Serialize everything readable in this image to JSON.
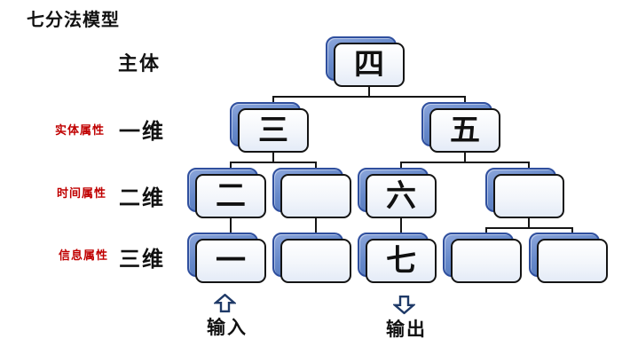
{
  "title": "七分法模型",
  "side_labels": {
    "subject": "主体",
    "rows": [
      {
        "attribute": "实体属性",
        "dimension": "一维"
      },
      {
        "attribute": "时间属性",
        "dimension": "二维"
      },
      {
        "attribute": "信息属性",
        "dimension": "三维"
      }
    ]
  },
  "nodes": [
    {
      "label": "四"
    },
    {
      "label": "三"
    },
    {
      "label": "五"
    },
    {
      "label": "二"
    },
    {
      "label": ""
    },
    {
      "label": "六"
    },
    {
      "label": ""
    },
    {
      "label": "一"
    },
    {
      "label": ""
    },
    {
      "label": "七"
    },
    {
      "label": ""
    },
    {
      "label": ""
    }
  ],
  "structure": [
    {
      "parent": "四",
      "children": [
        "三",
        "五"
      ]
    },
    {
      "parent": "三",
      "children": [
        "二",
        "空"
      ]
    },
    {
      "parent": "五",
      "children": [
        "六",
        "空"
      ]
    },
    {
      "parent": "二",
      "children": [
        "一"
      ]
    },
    {
      "parent": "六",
      "children": [
        "七"
      ]
    },
    {
      "parent": "五右空",
      "children": [
        "空",
        "空"
      ]
    }
  ],
  "arrows": {
    "input_label": "输入",
    "output_label": "输出"
  },
  "colors": {
    "label_red": "#C00000",
    "node_back_blue": "#6487C9",
    "node_back_border": "#2F4F9E",
    "arrow_navy": "#1F3A68",
    "line_black": "#161616"
  }
}
